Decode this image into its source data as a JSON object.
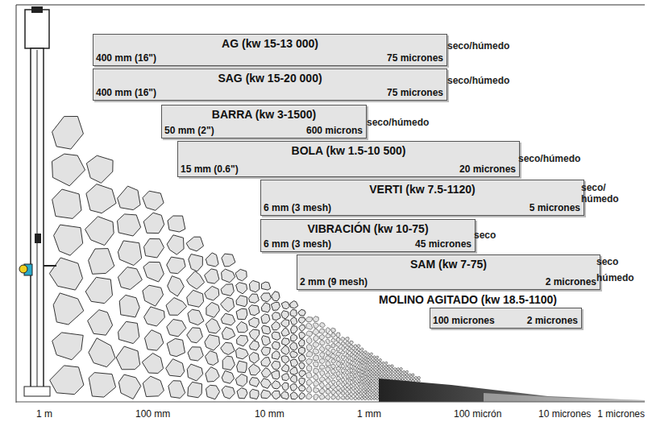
{
  "diagram": {
    "nodes": [
      {
        "text": [
          "AG (kw 15-13 000)",
          "400 mm (16\")",
          "75 micrones"
        ]
      },
      {
        "text": [
          "SAG (kw 15-20 000)",
          "400 mm (16\")",
          "75 micrones"
        ]
      },
      {
        "text": [
          "BARRA (kw 3-1500)",
          "50 mm (2\")",
          "600 microns"
        ]
      },
      {
        "text": [
          "BOLA (kw 1.5-10 500)",
          "15 mm (0.6\")",
          "20 micrones"
        ]
      },
      {
        "text": [
          "VERTI (kw 7.5-1120)",
          "6 mm (3 mesh)",
          "5 micrones"
        ]
      },
      {
        "text": [
          "VIBRACIÓN (kw 10-75)",
          "6 mm (3 mesh)",
          "45 micrones"
        ]
      },
      {
        "text": [
          "SAM (kw 7-75)",
          "2 mm (9 mesh)",
          "2 micrones"
        ]
      },
      {
        "text": [
          "MOLINO AGITADO (kw 18.5-1100)",
          "100 micrones",
          "2 micrones"
        ]
      }
    ],
    "labels": [
      "seco/húmedo",
      "seco/húmedo",
      "seco/húmedo",
      "seco/húmedo",
      "seco/ húmedo",
      "seco",
      "seco",
      "húmedo",
      "1 m",
      "100 mm",
      "10 mm",
      "1 mm",
      "100 micrón",
      "10 micrones",
      "1 micrones"
    ]
  }
}
